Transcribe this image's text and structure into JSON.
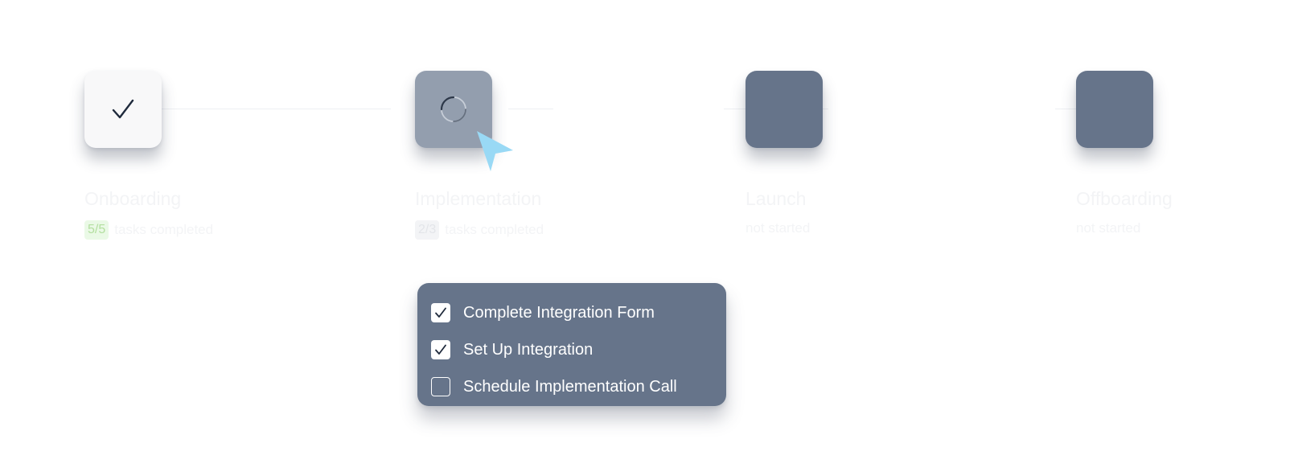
{
  "colors": {
    "done_box": "#f8f8f9",
    "active_box": "#939eae",
    "pending_box": "#66748a",
    "popup": "#66748a",
    "cursor": "#99d9f5",
    "badge_green_bg": "#eaf9e6",
    "badge_green_text": "#b3df9f"
  },
  "stages": [
    {
      "title": "Onboarding",
      "status": "completed",
      "icon": "checkmark-icon",
      "count": "5/5",
      "sub": "tasks completed"
    },
    {
      "title": "Implementation",
      "status": "in-progress",
      "icon": "spinner-icon",
      "count": "2/3",
      "sub": "tasks completed"
    },
    {
      "title": "Launch",
      "status": "not-started",
      "sub": "not started"
    },
    {
      "title": "Offboarding",
      "status": "not-started",
      "sub": "not started"
    }
  ],
  "tasks": [
    {
      "label": "Complete Integration Form",
      "checked": true
    },
    {
      "label": "Set Up Integration",
      "checked": true
    },
    {
      "label": "Schedule Implementation Call",
      "checked": false
    }
  ]
}
